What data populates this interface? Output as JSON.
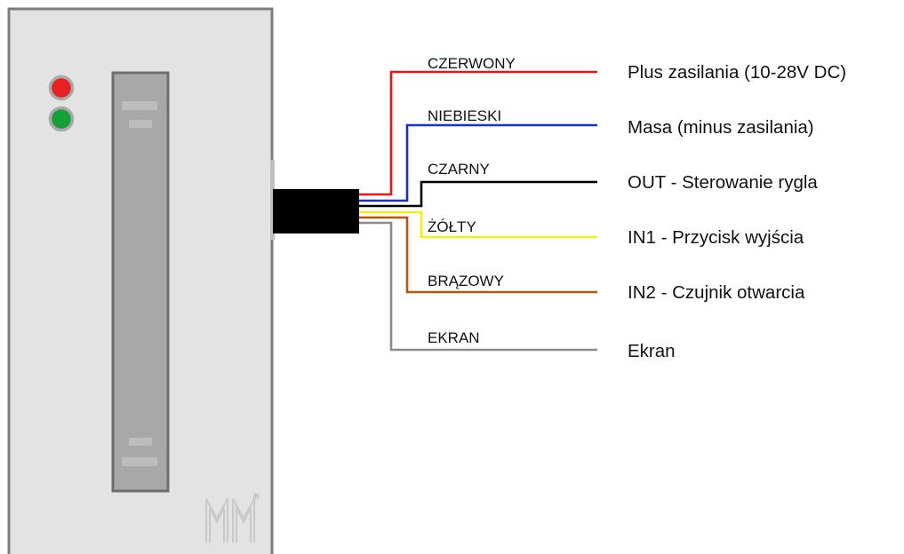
{
  "wires": [
    {
      "color_name": "CZERWONY",
      "description": "Plus zasilania (10-28V DC)",
      "color": "#e8151b"
    },
    {
      "color_name": "NIEBIESKI",
      "description": "Masa (minus zasilania)",
      "color": "#1832c9"
    },
    {
      "color_name": "CZARNY",
      "description": "OUT - Sterowanie rygla",
      "color": "#000000"
    },
    {
      "color_name": "ŻÓŁTY",
      "description": "IN1 - Przycisk wyjścia",
      "color": "#f5ec1c"
    },
    {
      "color_name": "BRĄZOWY",
      "description": "IN2 - Czujnik otwarcia",
      "color": "#b4560f"
    },
    {
      "color_name": "EKRAN",
      "description": "Ekran",
      "color": "#8a8a8a"
    }
  ],
  "device": {
    "body_color": "#e3e3e3",
    "border_color": "#7d7d7d",
    "led_red": "#e52121",
    "led_green": "#16a037",
    "cable_color": "#000000",
    "logo": "MM",
    "logo_mark": "®"
  }
}
